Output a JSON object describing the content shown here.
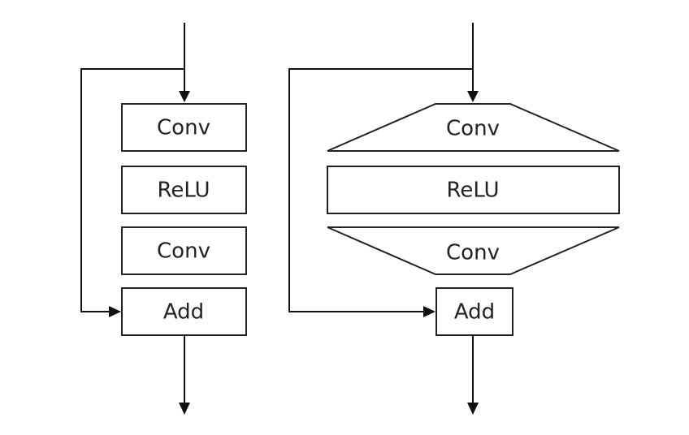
{
  "left_block": {
    "conv_top": "Conv",
    "relu": "ReLU",
    "conv_bottom": "Conv",
    "add": "Add"
  },
  "right_block": {
    "conv_top": "Conv",
    "relu": "ReLU",
    "conv_bottom": "Conv",
    "add": "Add"
  },
  "colors": {
    "stroke": "#222222",
    "background": "#ffffff"
  }
}
